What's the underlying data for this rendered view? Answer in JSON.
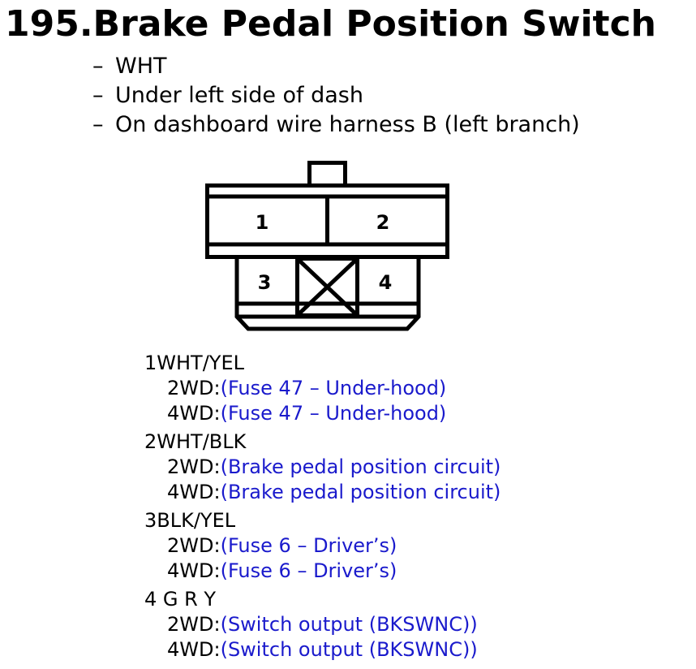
{
  "header": {
    "title": "195.Brake Pedal Position Switch"
  },
  "info": {
    "bullets": [
      "WHT",
      "Under left side of dash",
      "On dashboard wire harness B (left branch)"
    ],
    "dash": "–"
  },
  "connector": {
    "pin_labels": [
      "1",
      "2",
      "3",
      "4"
    ]
  },
  "pins": [
    {
      "head": "1WHT/YEL",
      "rows": [
        {
          "variant": "2WD:",
          "desc": "(Fuse 47 – Under-hood)"
        },
        {
          "variant": "4WD:",
          "desc": "(Fuse 47 – Under-hood)"
        }
      ]
    },
    {
      "head": "2WHT/BLK",
      "rows": [
        {
          "variant": "2WD:",
          "desc": "(Brake pedal position circuit)"
        },
        {
          "variant": "4WD:",
          "desc": "(Brake pedal position circuit)"
        }
      ]
    },
    {
      "head": "3BLK/YEL",
      "rows": [
        {
          "variant": "2WD:",
          "desc": "(Fuse 6 – Driver’s)"
        },
        {
          "variant": "4WD:",
          "desc": "(Fuse 6 – Driver’s)"
        }
      ]
    },
    {
      "head": "4 G R Y",
      "rows": [
        {
          "variant": "2WD:",
          "desc": "(Switch output (BKSWNC))"
        },
        {
          "variant": "4WD:",
          "desc": "(Switch output (BKSWNC))"
        }
      ]
    }
  ],
  "colors": {
    "description_text": "#1a1acc",
    "text": "#000000",
    "background": "#ffffff"
  }
}
